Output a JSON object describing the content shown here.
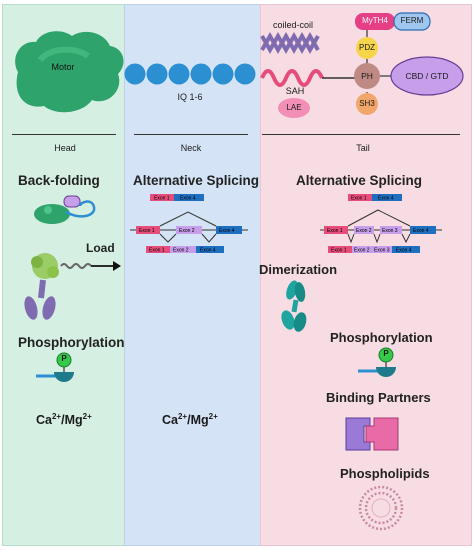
{
  "domains": {
    "motor": "Motor",
    "iq": "IQ 1-6",
    "coiled_coil": "coiled-coil",
    "sah": "SAH",
    "lae": "LAE",
    "myth4": "MyTH4",
    "ferm": "FERM",
    "pdz": "PDZ",
    "ph": "PH",
    "sh3": "SH3",
    "cbd": "CBD / GTD"
  },
  "sections": {
    "head": "Head",
    "neck": "Neck",
    "tail": "Tail"
  },
  "head": {
    "backfolding": "Back-folding",
    "load": "Load",
    "phosphorylation": "Phosphorylation",
    "phospho_mark": "P",
    "ion_base1": "Ca",
    "ion_sup1": "2+",
    "ion_sep": "/Mg",
    "ion_sup2": "2+"
  },
  "neck": {
    "splicing": "Alternative Splicing",
    "ion_base1": "Ca",
    "ion_sup1": "2+",
    "ion_sep": "/Mg",
    "ion_sup2": "2+"
  },
  "tail": {
    "splicing": "Alternative Splicing",
    "dimerization": "Dimerization",
    "phosphorylation": "Phosphorylation",
    "phospho_mark": "P",
    "binding": "Binding Partners",
    "phospholipids": "Phospholipids"
  },
  "exons": {
    "e1": "Exon 1",
    "e2": "Exon 2",
    "e3": "Exon 3",
    "e4": "Exon 4"
  },
  "colors": {
    "head_bg": "#d6efe3",
    "neck_bg": "#d4e3f5",
    "tail_bg": "#f7dce3",
    "motor": "#2ea36c",
    "iq_bead": "#2c8fd1",
    "coil": "#7e6bb0",
    "sah": "#e64d7a",
    "pdz": "#f7d54a",
    "ph": "#c08a84",
    "sh3": "#f2a66a",
    "cbd": "#c79ee9",
    "phospho": "#35c94a"
  }
}
